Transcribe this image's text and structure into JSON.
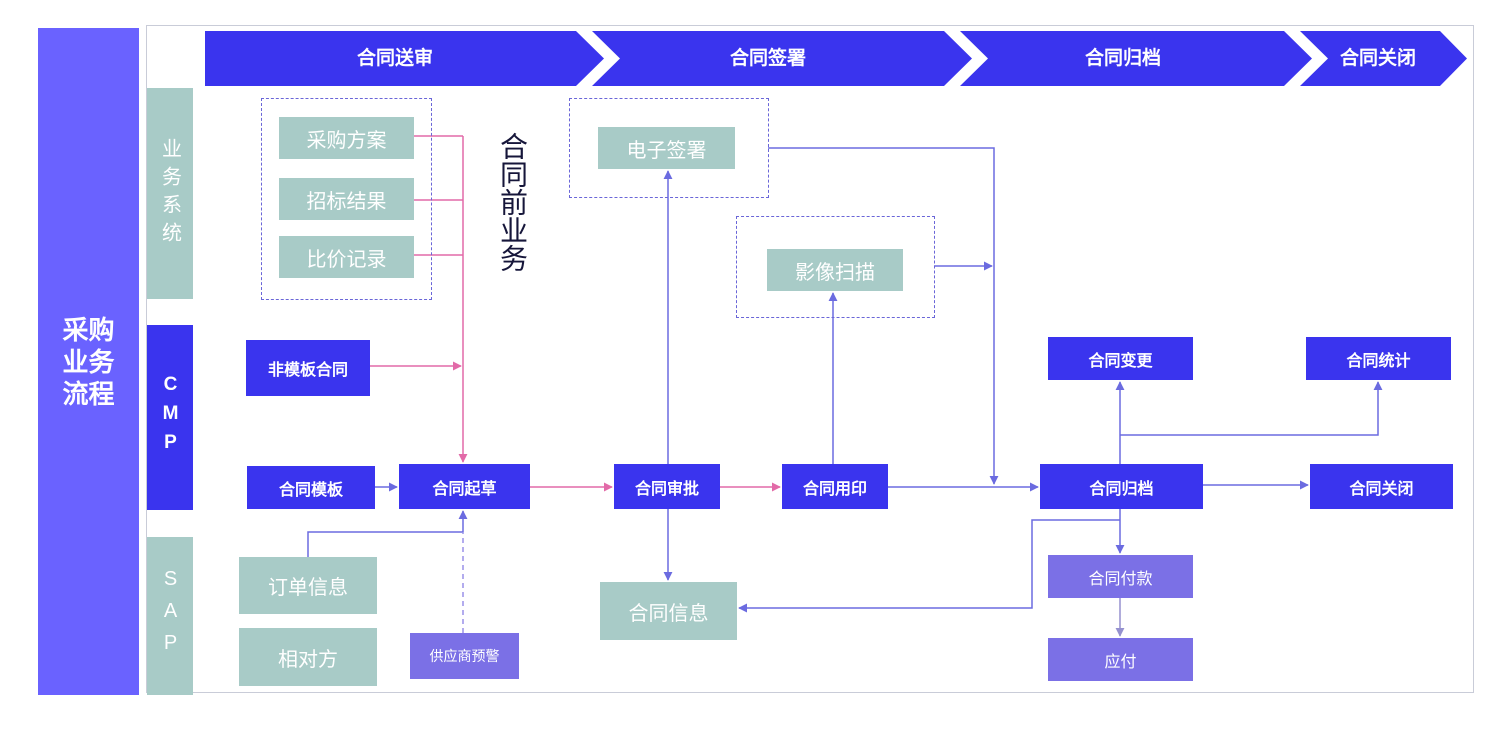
{
  "side_title": {
    "lines": [
      "采购",
      "业务",
      "流程"
    ]
  },
  "lanes": {
    "business_system": "业务系统",
    "cmp": "CMP",
    "sap": "SAP"
  },
  "header": {
    "stages": [
      "合同送审",
      "合同签署",
      "合同归档",
      "合同关闭"
    ]
  },
  "pre_contract_label": "合同前业务",
  "business_system": {
    "procurement_plan": "采购方案",
    "bid_result": "招标结果",
    "price_comparison": "比价记录",
    "e_signature": "电子签署",
    "image_scan": "影像扫描"
  },
  "cmp": {
    "non_template_contract": "非模板合同",
    "contract_template": "合同模板",
    "contract_draft": "合同起草",
    "contract_approval": "合同审批",
    "contract_seal": "合同用印",
    "contract_archive": "合同归档",
    "contract_close": "合同关闭",
    "contract_change": "合同变更",
    "contract_statistics": "合同统计"
  },
  "sap": {
    "order_info": "订单信息",
    "counterparty": "相对方",
    "supplier_warning": "供应商预警",
    "contract_info": "合同信息",
    "contract_payment": "合同付款",
    "payable": "应付"
  },
  "colors": {
    "primary": "#3a34ee",
    "side": "#6a62ff",
    "teal": "#a8cbc7",
    "lilac": "#7b70e6",
    "connector": "#6b6be0",
    "pink": "#e26aa8"
  }
}
